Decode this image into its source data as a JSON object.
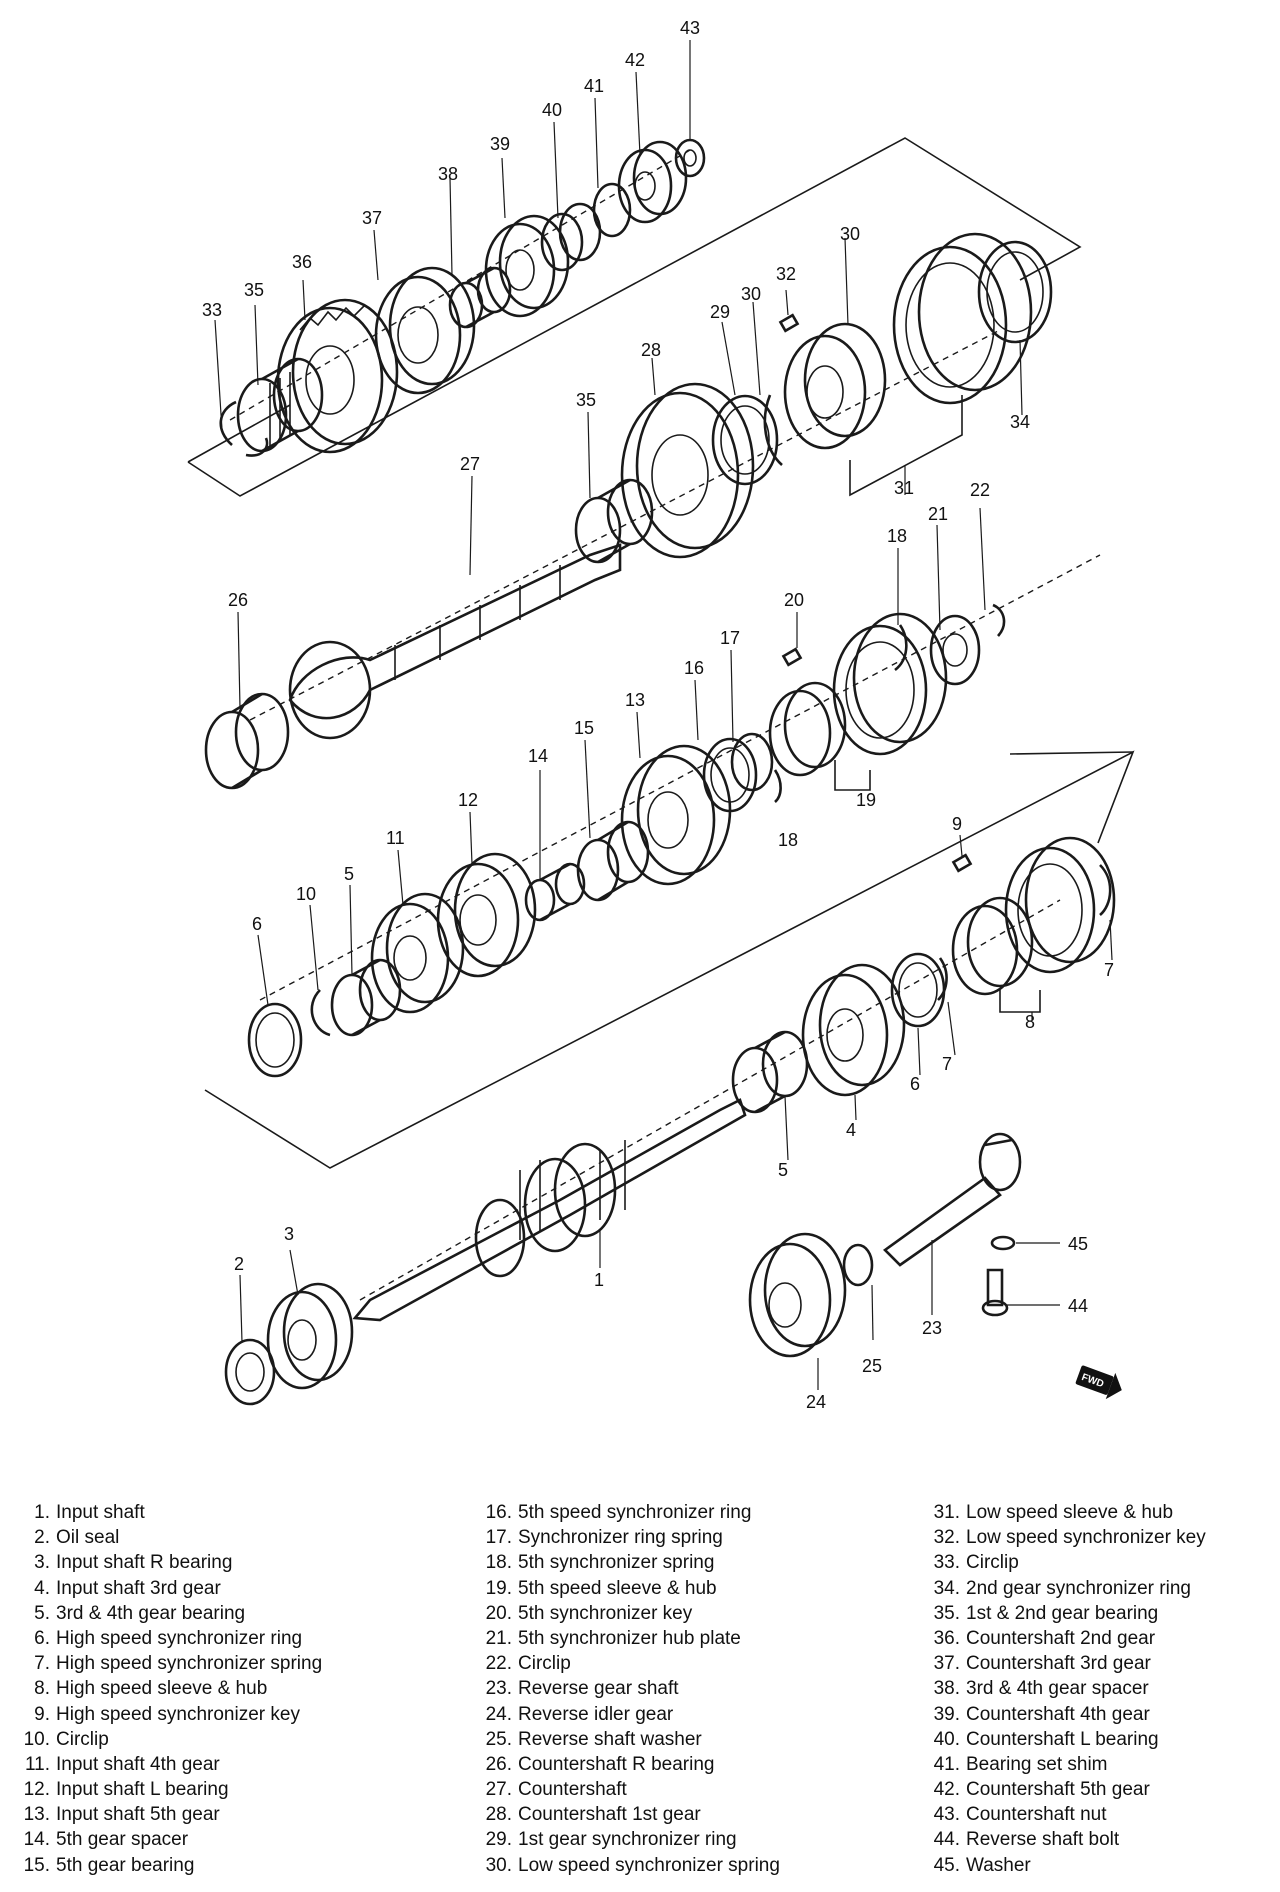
{
  "callouts": {
    "n1": "1",
    "n2": "2",
    "n3": "3",
    "n4": "4",
    "n5a": "5",
    "n5b": "5",
    "n6a": "6",
    "n6b": "6",
    "n7a": "7",
    "n7b": "7",
    "n8": "8",
    "n9": "9",
    "n10": "10",
    "n11": "11",
    "n12": "12",
    "n13": "13",
    "n14": "14",
    "n15": "15",
    "n16": "16",
    "n17": "17",
    "n18a": "18",
    "n18b": "18",
    "n19": "19",
    "n20": "20",
    "n21": "21",
    "n22": "22",
    "n23": "23",
    "n24": "24",
    "n25": "25",
    "n26": "26",
    "n27": "27",
    "n28": "28",
    "n29": "29",
    "n30a": "30",
    "n30b": "30",
    "n31": "31",
    "n32": "32",
    "n33": "33",
    "n34": "34",
    "n35a": "35",
    "n35b": "35",
    "n36": "36",
    "n37": "37",
    "n38": "38",
    "n39": "39",
    "n40": "40",
    "n41": "41",
    "n42": "42",
    "n43": "43",
    "n44": "44",
    "n45": "45"
  },
  "fwd_badge": "FWD",
  "legend": {
    "col1": [
      {
        "num": "1.",
        "label": "Input shaft"
      },
      {
        "num": "2.",
        "label": "Oil seal"
      },
      {
        "num": "3.",
        "label": "Input shaft R bearing"
      },
      {
        "num": "4.",
        "label": "Input shaft 3rd gear"
      },
      {
        "num": "5.",
        "label": "3rd & 4th gear bearing"
      },
      {
        "num": "6.",
        "label": "High speed synchronizer ring"
      },
      {
        "num": "7.",
        "label": "High speed synchronizer spring"
      },
      {
        "num": "8.",
        "label": "High speed sleeve & hub"
      },
      {
        "num": "9.",
        "label": "High speed synchronizer key"
      },
      {
        "num": "10.",
        "label": "Circlip"
      },
      {
        "num": "11.",
        "label": "Input shaft 4th gear"
      },
      {
        "num": "12.",
        "label": "Input shaft L bearing"
      },
      {
        "num": "13.",
        "label": "Input shaft 5th gear"
      },
      {
        "num": "14.",
        "label": "5th gear spacer"
      },
      {
        "num": "15.",
        "label": "5th gear bearing"
      }
    ],
    "col2": [
      {
        "num": "16.",
        "label": "5th speed synchronizer ring"
      },
      {
        "num": "17.",
        "label": "Synchronizer ring spring"
      },
      {
        "num": "18.",
        "label": "5th synchronizer spring"
      },
      {
        "num": "19.",
        "label": "5th speed sleeve & hub"
      },
      {
        "num": "20.",
        "label": "5th synchronizer key"
      },
      {
        "num": "21.",
        "label": "5th synchronizer hub plate"
      },
      {
        "num": "22.",
        "label": "Circlip"
      },
      {
        "num": "23.",
        "label": "Reverse gear shaft"
      },
      {
        "num": "24.",
        "label": "Reverse idler gear"
      },
      {
        "num": "25.",
        "label": "Reverse shaft washer"
      },
      {
        "num": "26.",
        "label": "Countershaft R bearing"
      },
      {
        "num": "27.",
        "label": "Countershaft"
      },
      {
        "num": "28.",
        "label": "Countershaft 1st gear"
      },
      {
        "num": "29.",
        "label": "1st gear synchronizer ring"
      },
      {
        "num": "30.",
        "label": "Low speed synchronizer spring"
      }
    ],
    "col3": [
      {
        "num": "31.",
        "label": "Low speed sleeve & hub"
      },
      {
        "num": "32.",
        "label": "Low speed synchronizer key"
      },
      {
        "num": "33.",
        "label": "Circlip"
      },
      {
        "num": "34.",
        "label": "2nd gear synchronizer ring"
      },
      {
        "num": "35.",
        "label": "1st & 2nd gear bearing"
      },
      {
        "num": "36.",
        "label": "Countershaft 2nd gear"
      },
      {
        "num": "37.",
        "label": "Countershaft 3rd gear"
      },
      {
        "num": "38.",
        "label": "3rd & 4th gear spacer"
      },
      {
        "num": "39.",
        "label": "Countershaft 4th gear"
      },
      {
        "num": "40.",
        "label": "Countershaft L bearing"
      },
      {
        "num": "41.",
        "label": "Bearing set shim"
      },
      {
        "num": "42.",
        "label": "Countershaft 5th gear"
      },
      {
        "num": "43.",
        "label": "Countershaft nut"
      },
      {
        "num": "44.",
        "label": "Reverse shaft bolt"
      },
      {
        "num": "45.",
        "label": "Washer"
      }
    ]
  }
}
